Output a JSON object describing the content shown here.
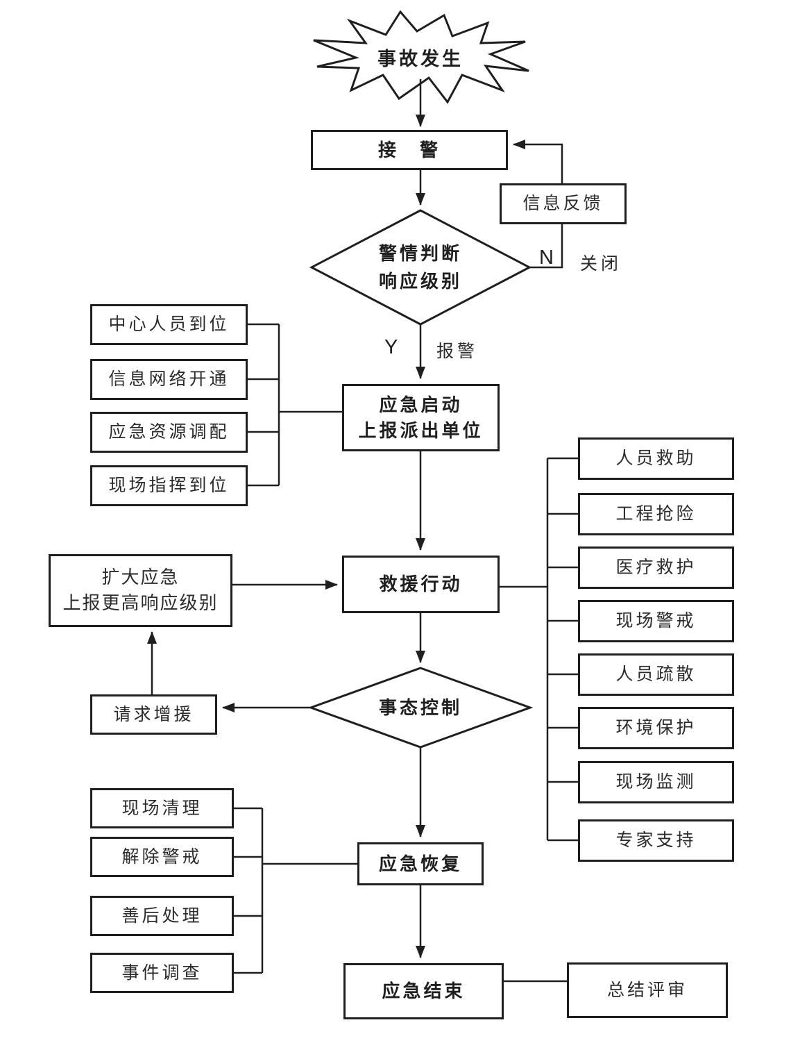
{
  "colors": {
    "line": "#1f1f1f",
    "background": "#ffffff",
    "text": "#2b2b2b"
  },
  "nodes": {
    "start": "事故发生",
    "receive": "接　警",
    "decision_alarm": [
      "警情判断",
      "响应级别"
    ],
    "feedback": "信息反馈",
    "activation": [
      "应急启动",
      "上报派出单位"
    ],
    "rescue": "救援行动",
    "decision_control": "事态控制",
    "expand": [
      "扩大应急",
      "上报更高响应级别"
    ],
    "reinforce": "请求增援",
    "recovery": "应急恢复",
    "finish": "应急结束",
    "review": "总结评审"
  },
  "edge_labels": {
    "no": "N",
    "yes": "Y",
    "close": "关闭",
    "report": "报警"
  },
  "preparations": [
    "中心人员到位",
    "信息网络开通",
    "应急资源调配",
    "现场指挥到位"
  ],
  "actions": [
    "人员救助",
    "工程抢险",
    "医疗救护",
    "现场警戒",
    "人员疏散",
    "环境保护",
    "现场监测",
    "专家支持"
  ],
  "closure": [
    "现场清理",
    "解除警戒",
    "善后处理",
    "事件调查"
  ]
}
